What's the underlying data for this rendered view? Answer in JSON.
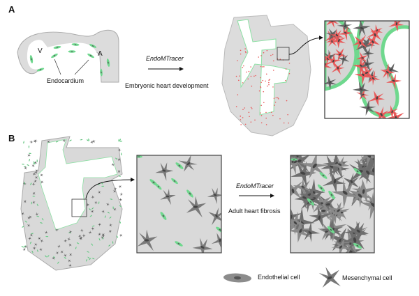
{
  "panel_a": {
    "label": "A",
    "ventricle_label": "V",
    "atrium_label": "A",
    "endocardium_label": "Endocardium",
    "method_label": "EndoMTracer",
    "process_label": "Embryonic heart development"
  },
  "panel_b": {
    "label": "B",
    "method_label": "EndoMTracer",
    "process_label": "Adult heart fibrosis"
  },
  "legend": {
    "endothelial_label": "Endothelial cell",
    "mesenchymal_label": "Mesenchymal cell"
  },
  "colors": {
    "endothelial": "#6fd88e",
    "mesenchymal": "#7a7a7a",
    "traced_mesenchymal": "#e85a5a",
    "tissue": "#d9d9d9",
    "nucleus": "#555555"
  }
}
